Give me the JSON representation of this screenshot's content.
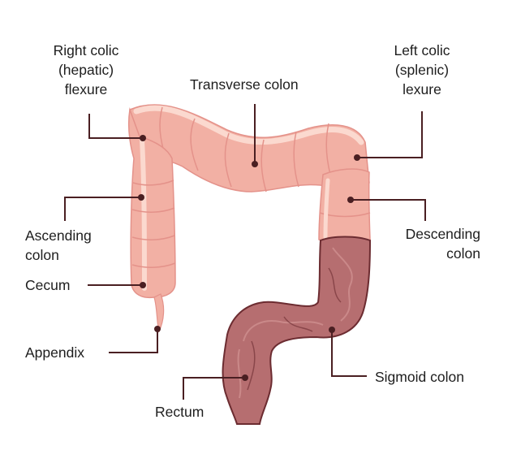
{
  "labels": {
    "right_flexure": [
      "Right colic",
      "(hepatic)",
      "flexure"
    ],
    "transverse": "Transverse colon",
    "left_flexure": [
      "Left colic",
      "(splenic)",
      "lexure"
    ],
    "ascending": [
      "Ascending",
      "colon"
    ],
    "descending": [
      "Descending",
      "colon"
    ],
    "cecum": "Cecum",
    "appendix": "Appendix",
    "sigmoid": "Sigmoid colon",
    "rectum": "Rectum"
  },
  "colors": {
    "colon_fill": "#f2b0a4",
    "colon_highlight": "#fbd9cf",
    "colon_shade": "#e4928a",
    "sigmoid_fill": "#b66e70",
    "sigmoid_dark": "#6c2c31",
    "sigmoid_light": "#cf9090",
    "leader_line": "#4a1f22",
    "text": "#1e1e1e"
  }
}
